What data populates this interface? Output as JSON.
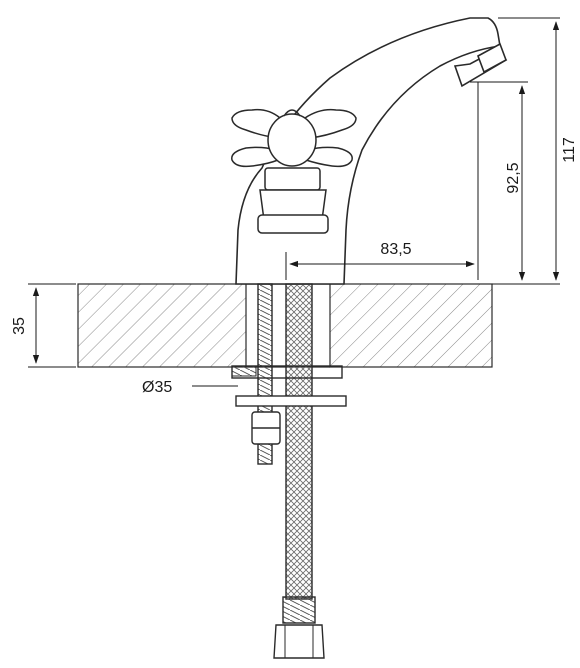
{
  "dimensions": {
    "total_height": "117",
    "spout_height": "92,5",
    "spout_reach": "83,5",
    "countertop_thickness": "35",
    "mounting_hole": "Ø35"
  },
  "colors": {
    "line": "#2a2a2a",
    "hatch": "#8a8a8a",
    "fill": "#ffffff"
  }
}
